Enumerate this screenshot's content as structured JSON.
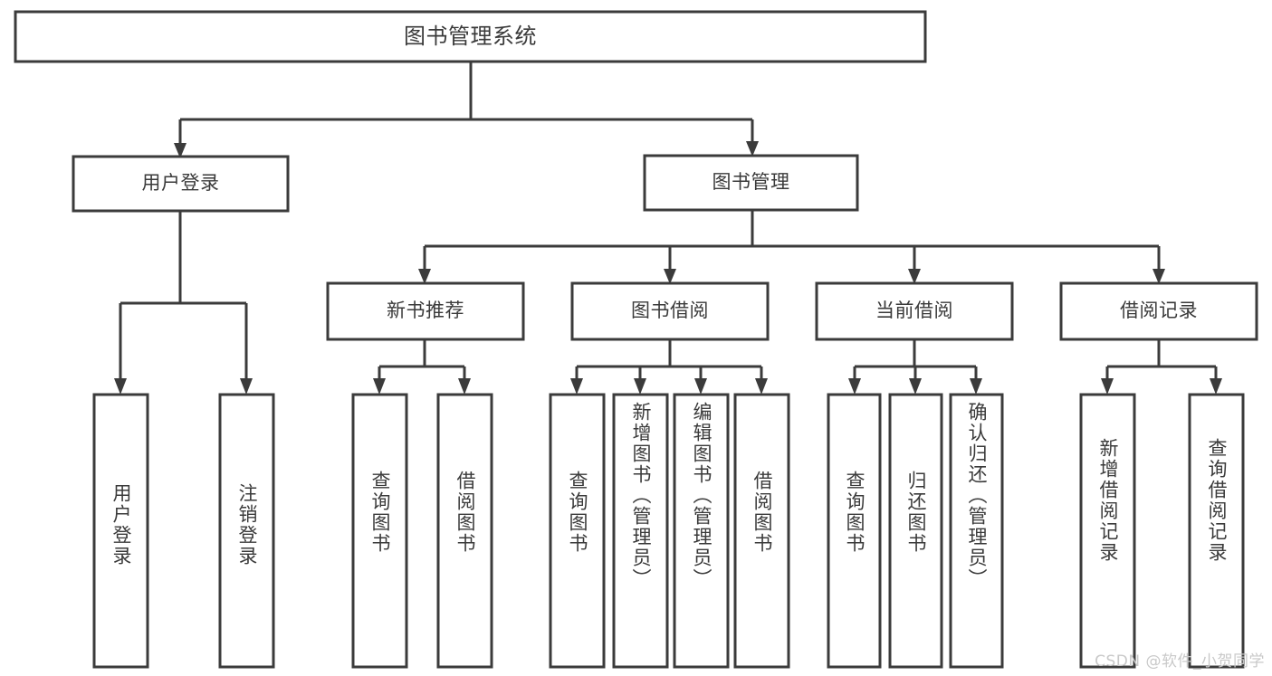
{
  "diagram": {
    "type": "tree",
    "title": "图书管理系统",
    "root": {
      "id": "root",
      "label": "图书管理系统"
    },
    "level2": [
      {
        "id": "user-login",
        "label": "用户登录"
      },
      {
        "id": "book-manage",
        "label": "图书管理"
      }
    ],
    "level3": [
      {
        "id": "new-book-recommend",
        "label": "新书推荐"
      },
      {
        "id": "book-borrow",
        "label": "图书借阅"
      },
      {
        "id": "current-borrow",
        "label": "当前借阅"
      },
      {
        "id": "borrow-record",
        "label": "借阅记录"
      }
    ],
    "leaves": [
      {
        "id": "leaf-user-login",
        "label": "用户登录",
        "parent": "user-login"
      },
      {
        "id": "leaf-logout-login",
        "label": "注销登录",
        "parent": "user-login"
      },
      {
        "id": "leaf-query-book-1",
        "label": "查询图书",
        "parent": "new-book-recommend"
      },
      {
        "id": "leaf-borrow-book-1",
        "label": "借阅图书",
        "parent": "new-book-recommend"
      },
      {
        "id": "leaf-query-book-2",
        "label": "查询图书",
        "parent": "book-borrow"
      },
      {
        "id": "leaf-add-book",
        "label": "新增图书（管理员）",
        "parent": "book-borrow"
      },
      {
        "id": "leaf-edit-book",
        "label": "编辑图书（管理员）",
        "parent": "book-borrow"
      },
      {
        "id": "leaf-borrow-book-2",
        "label": "借阅图书",
        "parent": "book-borrow"
      },
      {
        "id": "leaf-query-book-3",
        "label": "查询图书",
        "parent": "current-borrow"
      },
      {
        "id": "leaf-return-book",
        "label": "归还图书",
        "parent": "current-borrow"
      },
      {
        "id": "leaf-confirm-return",
        "label": "确认归还（管理员）",
        "parent": "current-borrow"
      },
      {
        "id": "leaf-add-borrow-record",
        "label": "新增借阅记录",
        "parent": "borrow-record"
      },
      {
        "id": "leaf-query-borrow-record",
        "label": "查询借阅记录",
        "parent": "borrow-record"
      }
    ]
  },
  "watermark": {
    "text": "CSDN @软件_小贺同学"
  },
  "colors": {
    "stroke": "#3b3b3b",
    "fill": "#ffffff",
    "text": "#3a3a3a",
    "watermark": "#c9c9c9",
    "background": "#ffffff"
  }
}
